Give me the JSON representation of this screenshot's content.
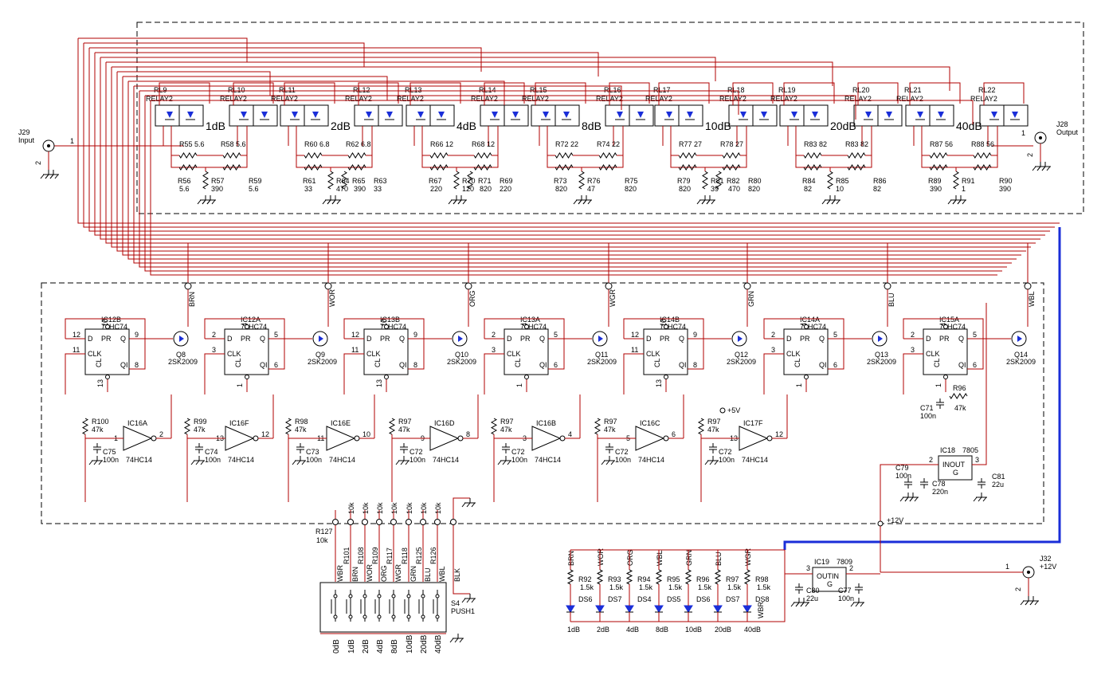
{
  "connectors": {
    "input": {
      "ref": "J29",
      "label": "Input",
      "pin1": "1",
      "pin2": "2"
    },
    "output": {
      "ref": "J28",
      "label": "Output",
      "pin1": "1",
      "pin2": "2"
    },
    "power": {
      "ref": "J32",
      "label": "+12V",
      "pin1": "1",
      "pin2": "2"
    }
  },
  "relay_stages": [
    {
      "attn": "1dB",
      "relays": [
        "RL9",
        "RL10"
      ],
      "type": "RELAY2",
      "r_labels": [
        "R55 5.6",
        "R58 5.6"
      ],
      "r_left": [
        "R56",
        "5.6"
      ],
      "r_mid": [
        "R57",
        "390"
      ],
      "r_right": [
        "R59",
        "5.6"
      ],
      "r_extra": []
    },
    {
      "attn": "2dB",
      "relays": [
        "RL11",
        "RL12"
      ],
      "type": "RELAY2",
      "r_labels": [
        "R60 6.8",
        "R62 6.8"
      ],
      "r_left": [
        "R61",
        "33"
      ],
      "r_mid": [
        "R64",
        "470"
      ],
      "r_right": [
        "R63",
        "33"
      ],
      "r_extra": [
        "R65",
        "390"
      ]
    },
    {
      "attn": "4dB",
      "relays": [
        "RL13",
        "RL14"
      ],
      "type": "RELAY2",
      "r_labels": [
        "R66 12",
        "R68 12"
      ],
      "r_left": [
        "R67",
        "220"
      ],
      "r_mid": [
        "R70",
        "120"
      ],
      "r_right": [
        "R69",
        "220"
      ],
      "r_extra": [
        "R71",
        "820"
      ]
    },
    {
      "attn": "8dB",
      "relays": [
        "RL15",
        "RL16"
      ],
      "type": "RELAY2",
      "r_labels": [
        "R72 22",
        "R74 22"
      ],
      "r_left": [
        "R73",
        "820"
      ],
      "r_mid": [
        "R76",
        "47"
      ],
      "r_right": [
        "R75",
        "820"
      ],
      "r_extra": []
    },
    {
      "attn": "10dB",
      "relays": [
        "RL17",
        "RL18"
      ],
      "type": "RELAY2",
      "r_labels": [
        "R77 27",
        "R78 27"
      ],
      "r_left": [
        "R79",
        "820"
      ],
      "r_mid": [
        "R81",
        "39"
      ],
      "r_right": [
        "R80",
        "820"
      ],
      "r_extra": [
        "R82",
        "470"
      ]
    },
    {
      "attn": "20dB",
      "relays": [
        "RL19",
        "RL20"
      ],
      "type": "RELAY2",
      "r_labels": [
        "R83 82",
        "R83 82"
      ],
      "r_left": [
        "R84",
        "82"
      ],
      "r_mid": [
        "R85",
        "10"
      ],
      "r_right": [
        "R86",
        "82"
      ],
      "r_extra": []
    },
    {
      "attn": "40dB",
      "relays": [
        "RL21",
        "RL22"
      ],
      "type": "RELAY2",
      "r_labels": [
        "R87 56",
        "R88 56"
      ],
      "r_left": [
        "R89",
        "390"
      ],
      "r_mid": [
        "R91",
        "1"
      ],
      "r_right": [
        "R90",
        "390"
      ],
      "r_extra": []
    }
  ],
  "bus_wire_labels": [
    "BRN",
    "WOR",
    "ORG",
    "WGR",
    "GRN",
    "BLU",
    "WBL"
  ],
  "flipflops": [
    {
      "ic": "IC12B",
      "part": "74HC74",
      "pins": [
        "10",
        "12",
        "11",
        "9",
        "8",
        "13"
      ]
    },
    {
      "ic": "IC12A",
      "part": "74HC74",
      "pins": [
        "4",
        "2",
        "3",
        "5",
        "6",
        "1"
      ]
    },
    {
      "ic": "IC13B",
      "part": "74HC74",
      "pins": [
        "10",
        "12",
        "11",
        "9",
        "8",
        "13"
      ]
    },
    {
      "ic": "IC13A",
      "part": "74HC74",
      "pins": [
        "4",
        "2",
        "3",
        "5",
        "6",
        "1"
      ]
    },
    {
      "ic": "IC14B",
      "part": "74HC74",
      "pins": [
        "10",
        "12",
        "11",
        "9",
        "8",
        "13"
      ]
    },
    {
      "ic": "IC14A",
      "part": "74HC74",
      "pins": [
        "4",
        "2",
        "3",
        "5",
        "6",
        "1"
      ]
    },
    {
      "ic": "IC15A",
      "part": "74HC74",
      "pins": [
        "4",
        "2",
        "3",
        "5",
        "6",
        "1"
      ]
    }
  ],
  "ff_pin_names": [
    "D",
    "PR",
    "Q",
    "CLK",
    "CL",
    "QI"
  ],
  "mosfets": [
    {
      "ref": "Q8",
      "part": "2SK2009"
    },
    {
      "ref": "Q9",
      "part": "2SK2009"
    },
    {
      "ref": "Q10",
      "part": "2SK2009"
    },
    {
      "ref": "Q11",
      "part": "2SK2009"
    },
    {
      "ref": "Q12",
      "part": "2SK2009"
    },
    {
      "ref": "Q13",
      "part": "2SK2009"
    },
    {
      "ref": "Q14",
      "part": "2SK2009"
    }
  ],
  "schmitt": [
    {
      "ic": "IC16A",
      "part": "74HC14",
      "r": [
        "R100",
        "47k"
      ],
      "c": [
        "C75",
        "100n"
      ],
      "pin_in": "1",
      "pin_out": "2"
    },
    {
      "ic": "IC16F",
      "part": "74HC14",
      "r": [
        "R99",
        "47k"
      ],
      "c": [
        "C74",
        "100n"
      ],
      "pin_in": "13",
      "pin_out": "12"
    },
    {
      "ic": "IC16E",
      "part": "74HC14",
      "r": [
        "R98",
        "47k"
      ],
      "c": [
        "C73",
        "100n"
      ],
      "pin_in": "11",
      "pin_out": "10"
    },
    {
      "ic": "IC16D",
      "part": "74HC14",
      "r": [
        "R97",
        "47k"
      ],
      "c": [
        "C72",
        "100n"
      ],
      "pin_in": "9",
      "pin_out": "8"
    },
    {
      "ic": "IC16B",
      "part": "74HC14",
      "r": [
        "R97",
        "47k"
      ],
      "c": [
        "C72",
        "100n"
      ],
      "pin_in": "3",
      "pin_out": "4"
    },
    {
      "ic": "IC16C",
      "part": "74HC14",
      "r": [
        "R97",
        "47k"
      ],
      "c": [
        "C72",
        "100n"
      ],
      "pin_in": "5",
      "pin_out": "6"
    },
    {
      "ic": "IC17F",
      "part": "74HC14",
      "r": [
        "R97",
        "47k"
      ],
      "c": [
        "C72",
        "100n"
      ],
      "pin_in": "13",
      "pin_out": "12"
    }
  ],
  "plus5v": "+5V",
  "plus12v": "+12V",
  "reset": {
    "r": [
      "R96",
      "47k"
    ],
    "c": [
      "C71",
      "100n"
    ]
  },
  "reg5": {
    "ic": "IC18",
    "part": "7805",
    "body": "INOUT",
    "gnd": "G",
    "pin_in": "2",
    "pin_out": "3",
    "c_in": [
      "C79",
      "100n"
    ],
    "c_mid": [
      "C78",
      "220n"
    ],
    "c_out": [
      "C81",
      "22u"
    ]
  },
  "reg9": {
    "ic": "IC19",
    "part": "7809",
    "body": "OUTIN",
    "gnd": "G",
    "pin_in": "2",
    "pin_out": "3",
    "c_in": [
      "C77",
      "100n"
    ],
    "c_out": [
      "C80",
      "22u"
    ]
  },
  "pullups": {
    "r127": [
      "R127",
      "10k"
    ],
    "values": [
      "10k",
      "10k",
      "10k",
      "10k",
      "10k",
      "10k",
      "10k"
    ],
    "refs": [
      "R101",
      "R108",
      "R109",
      "R117",
      "R118",
      "R125",
      "R126"
    ],
    "wires": [
      "WBR",
      "BRN",
      "WOR",
      "ORG",
      "WGR",
      "GRN",
      "BLU",
      "WBL",
      "BLK"
    ]
  },
  "switch": {
    "ref": "S4",
    "part": "PUSH1",
    "labels": [
      "0dB",
      "1dB",
      "2dB",
      "4dB",
      "8dB",
      "10dB",
      "20dB",
      "40dB"
    ]
  },
  "leds": {
    "wires": [
      "BRN",
      "WOR",
      "ORG",
      "WBL",
      "GRN",
      "BLU",
      "WGR"
    ],
    "resistors": [
      "R92",
      "R93",
      "R94",
      "R95",
      "R96",
      "R97",
      "R98"
    ],
    "value": "1.5k",
    "diodes": [
      "DS6",
      "DS7",
      "DS4",
      "DS5",
      "DS6",
      "DS7",
      "DS8"
    ],
    "labels": [
      "1dB",
      "2dB",
      "4dB",
      "8dB",
      "10dB",
      "20dB",
      "40dB"
    ],
    "common": "WBR"
  }
}
